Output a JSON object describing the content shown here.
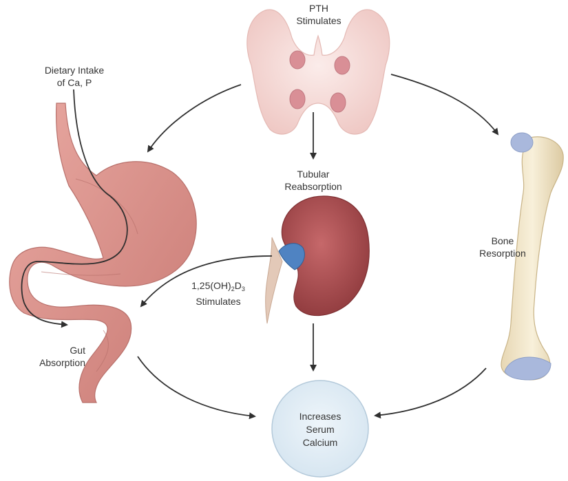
{
  "labels": {
    "pth": [
      "PTH",
      "Stimulates"
    ],
    "dietary": [
      "Dietary Intake",
      "of Ca, P"
    ],
    "tubular": [
      "Tubular",
      "Reabsorption"
    ],
    "vitd_prefix": "1,25(OH)",
    "vitd_sub1": "2",
    "vitd_mid": "D",
    "vitd_sub2": "3",
    "vitd_line2": "Stimulates",
    "bone": [
      "Bone",
      "Resorption"
    ],
    "gut": [
      "Gut",
      "Absorption"
    ],
    "outcome": [
      "Increases",
      "Serum",
      "Calcium"
    ]
  },
  "colors": {
    "arrow": "#2f2f2f",
    "thyroid": "#f6d9d6",
    "parathyroid": "#d98f96",
    "stomach": "#d88a84",
    "kidney": "#a3484a",
    "bone": "#efe3c6",
    "cartilage": "#a9b8dc",
    "circle_fill": "#e2edf5",
    "circle_stroke": "#b3c9da"
  }
}
